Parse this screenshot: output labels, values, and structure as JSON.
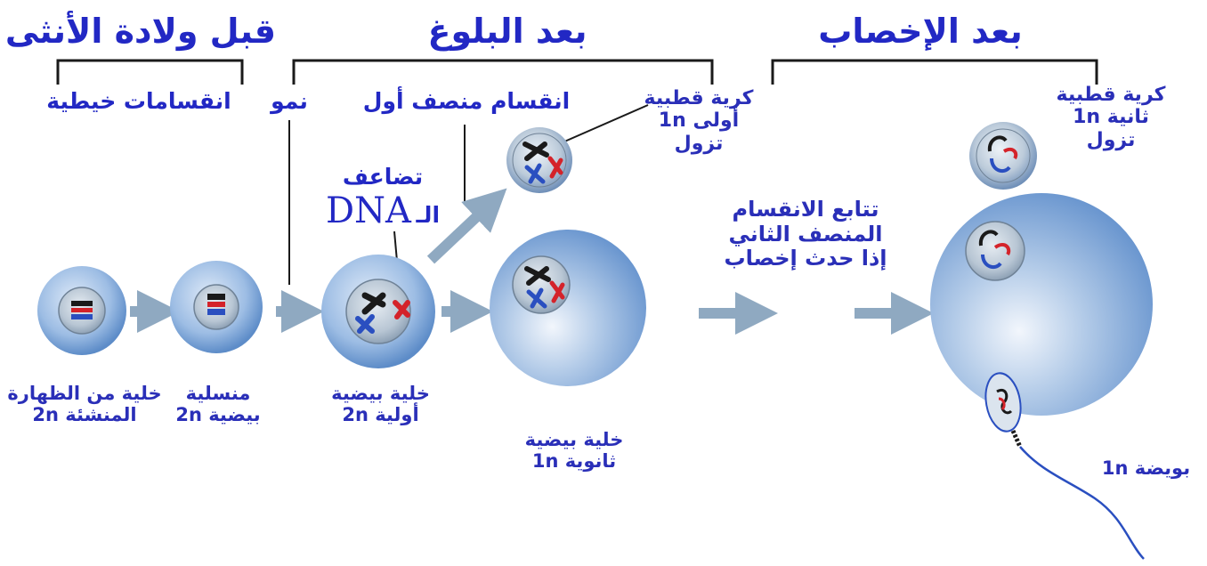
{
  "headers": {
    "before_birth": "قبل ولادة الأنثى",
    "after_puberty": "بعد البلوغ",
    "after_fertilization": "بعد الإخصاب"
  },
  "stages": {
    "mitosis": "انقسامات خيطية",
    "growth": "نمو",
    "meiosis_one": "انقسام منصف أول"
  },
  "dna": {
    "line1": "تضاعف",
    "prefix": "الـ",
    "acronym": "DNA"
  },
  "polar_body_1": {
    "line1": "كرية قطبية",
    "line2": "أولى 1n",
    "line3": "تزول"
  },
  "polar_body_2": {
    "line1": "كرية قطبية",
    "line2": "ثانية 1n",
    "line3": "تزول"
  },
  "meiosis_two": {
    "line1": "تتابع الانقسام",
    "line2": "المنصف الثاني",
    "line3": "إذا حدث إخصاب"
  },
  "cells": {
    "germinal": {
      "line1": "خلية من الظهارة",
      "line2": "المنشئة 2n"
    },
    "oogonium": {
      "line1": "منسلية",
      "line2": "بيضية 2n"
    },
    "primary": {
      "line1": "خلية بيضية",
      "line2": "أولية 2n"
    },
    "secondary": {
      "line1": "خلية بيضية",
      "line2": "ثانوية 1n"
    },
    "ovum": {
      "line1": "بويضة 1n"
    }
  },
  "colors": {
    "text": "#2a2fb8",
    "bracket": "#1a1a1a",
    "cell_outer": "#6f9ad2",
    "cell_light": "#dde9f7",
    "nucleus": "#b9c6d6",
    "arrow": "#8fa9c1",
    "chrom_red": "#d4232a",
    "chrom_blue": "#2a4fc0",
    "chrom_black": "#1a1a1a"
  }
}
